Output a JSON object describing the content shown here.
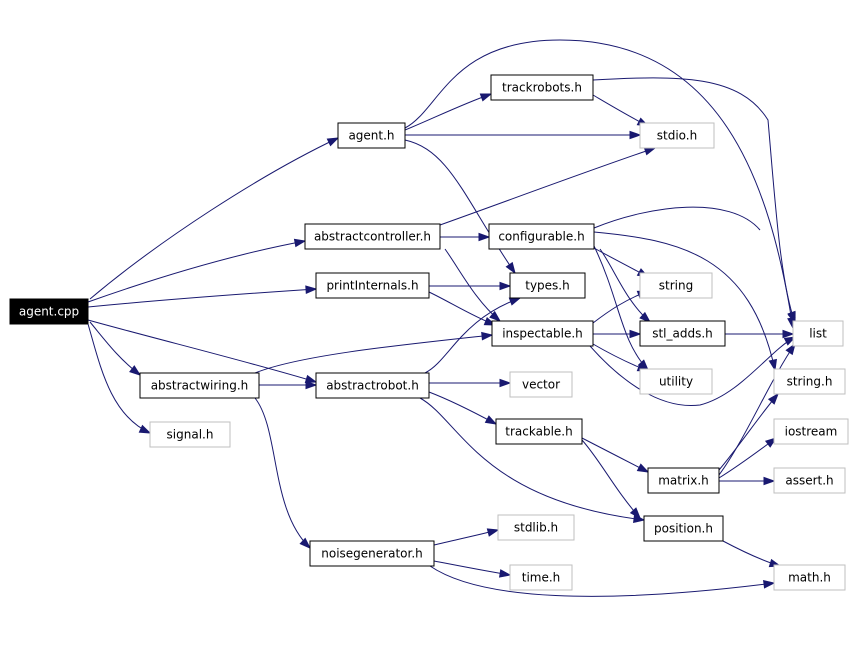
{
  "colors": {
    "edge": "#191970",
    "root_fill": "#000000",
    "root_text": "#ffffff",
    "project_border": "#000000",
    "external_border": "#bfbfbf",
    "node_fill": "#ffffff",
    "text": "#000000"
  },
  "nodes": [
    {
      "id": "agent_cpp",
      "label": "agent.cpp",
      "kind": "root"
    },
    {
      "id": "agent_h",
      "label": "agent.h",
      "kind": "project"
    },
    {
      "id": "trackrobots_h",
      "label": "trackrobots.h",
      "kind": "project"
    },
    {
      "id": "stdio_h",
      "label": "stdio.h",
      "kind": "external"
    },
    {
      "id": "abstractcontroller_h",
      "label": "abstractcontroller.h",
      "kind": "project"
    },
    {
      "id": "configurable_h",
      "label": "configurable.h",
      "kind": "project"
    },
    {
      "id": "printinternals_h",
      "label": "printInternals.h",
      "kind": "project"
    },
    {
      "id": "types_h",
      "label": "types.h",
      "kind": "project"
    },
    {
      "id": "string",
      "label": "string",
      "kind": "external"
    },
    {
      "id": "inspectable_h",
      "label": "inspectable.h",
      "kind": "project"
    },
    {
      "id": "stl_adds_h",
      "label": "stl_adds.h",
      "kind": "project"
    },
    {
      "id": "list",
      "label": "list",
      "kind": "external"
    },
    {
      "id": "abstractwiring_h",
      "label": "abstractwiring.h",
      "kind": "project"
    },
    {
      "id": "abstractrobot_h",
      "label": "abstractrobot.h",
      "kind": "project"
    },
    {
      "id": "vector",
      "label": "vector",
      "kind": "external"
    },
    {
      "id": "utility",
      "label": "utility",
      "kind": "external"
    },
    {
      "id": "string_h",
      "label": "string.h",
      "kind": "external"
    },
    {
      "id": "signal_h",
      "label": "signal.h",
      "kind": "external"
    },
    {
      "id": "trackable_h",
      "label": "trackable.h",
      "kind": "project"
    },
    {
      "id": "iostream",
      "label": "iostream",
      "kind": "external"
    },
    {
      "id": "matrix_h",
      "label": "matrix.h",
      "kind": "project"
    },
    {
      "id": "assert_h",
      "label": "assert.h",
      "kind": "external"
    },
    {
      "id": "position_h",
      "label": "position.h",
      "kind": "project"
    },
    {
      "id": "stdlib_h",
      "label": "stdlib.h",
      "kind": "external"
    },
    {
      "id": "noisegenerator_h",
      "label": "noisegenerator.h",
      "kind": "project"
    },
    {
      "id": "time_h",
      "label": "time.h",
      "kind": "external"
    },
    {
      "id": "math_h",
      "label": "math.h",
      "kind": "external"
    }
  ],
  "edges": [
    {
      "from": "agent_cpp",
      "to": "agent_h"
    },
    {
      "from": "agent_cpp",
      "to": "abstractcontroller_h"
    },
    {
      "from": "agent_cpp",
      "to": "printinternals_h"
    },
    {
      "from": "agent_cpp",
      "to": "abstractrobot_h"
    },
    {
      "from": "agent_cpp",
      "to": "abstractwiring_h"
    },
    {
      "from": "agent_cpp",
      "to": "signal_h"
    },
    {
      "from": "agent_h",
      "to": "trackrobots_h"
    },
    {
      "from": "agent_h",
      "to": "stdio_h"
    },
    {
      "from": "agent_h",
      "to": "list"
    },
    {
      "from": "agent_h",
      "to": "types_h"
    },
    {
      "from": "trackrobots_h",
      "to": "stdio_h"
    },
    {
      "from": "trackrobots_h",
      "to": "list"
    },
    {
      "from": "abstractcontroller_h",
      "to": "stdio_h"
    },
    {
      "from": "abstractcontroller_h",
      "to": "configurable_h"
    },
    {
      "from": "abstractcontroller_h",
      "to": "inspectable_h"
    },
    {
      "from": "configurable_h",
      "to": "list"
    },
    {
      "from": "configurable_h",
      "to": "string"
    },
    {
      "from": "configurable_h",
      "to": "stl_adds_h"
    },
    {
      "from": "configurable_h",
      "to": "utility"
    },
    {
      "from": "configurable_h",
      "to": "string_h"
    },
    {
      "from": "printinternals_h",
      "to": "types_h"
    },
    {
      "from": "printinternals_h",
      "to": "inspectable_h"
    },
    {
      "from": "inspectable_h",
      "to": "string"
    },
    {
      "from": "inspectable_h",
      "to": "stl_adds_h"
    },
    {
      "from": "inspectable_h",
      "to": "utility"
    },
    {
      "from": "inspectable_h",
      "to": "list"
    },
    {
      "from": "stl_adds_h",
      "to": "list"
    },
    {
      "from": "abstractwiring_h",
      "to": "inspectable_h"
    },
    {
      "from": "abstractwiring_h",
      "to": "abstractrobot_h"
    },
    {
      "from": "abstractwiring_h",
      "to": "noisegenerator_h"
    },
    {
      "from": "abstractrobot_h",
      "to": "types_h"
    },
    {
      "from": "abstractrobot_h",
      "to": "vector"
    },
    {
      "from": "abstractrobot_h",
      "to": "trackable_h"
    },
    {
      "from": "abstractrobot_h",
      "to": "position_h"
    },
    {
      "from": "trackable_h",
      "to": "matrix_h"
    },
    {
      "from": "trackable_h",
      "to": "position_h"
    },
    {
      "from": "matrix_h",
      "to": "list"
    },
    {
      "from": "matrix_h",
      "to": "string_h"
    },
    {
      "from": "matrix_h",
      "to": "iostream"
    },
    {
      "from": "matrix_h",
      "to": "assert_h"
    },
    {
      "from": "position_h",
      "to": "math_h"
    },
    {
      "from": "noisegenerator_h",
      "to": "stdlib_h"
    },
    {
      "from": "noisegenerator_h",
      "to": "time_h"
    },
    {
      "from": "noisegenerator_h",
      "to": "math_h"
    }
  ]
}
